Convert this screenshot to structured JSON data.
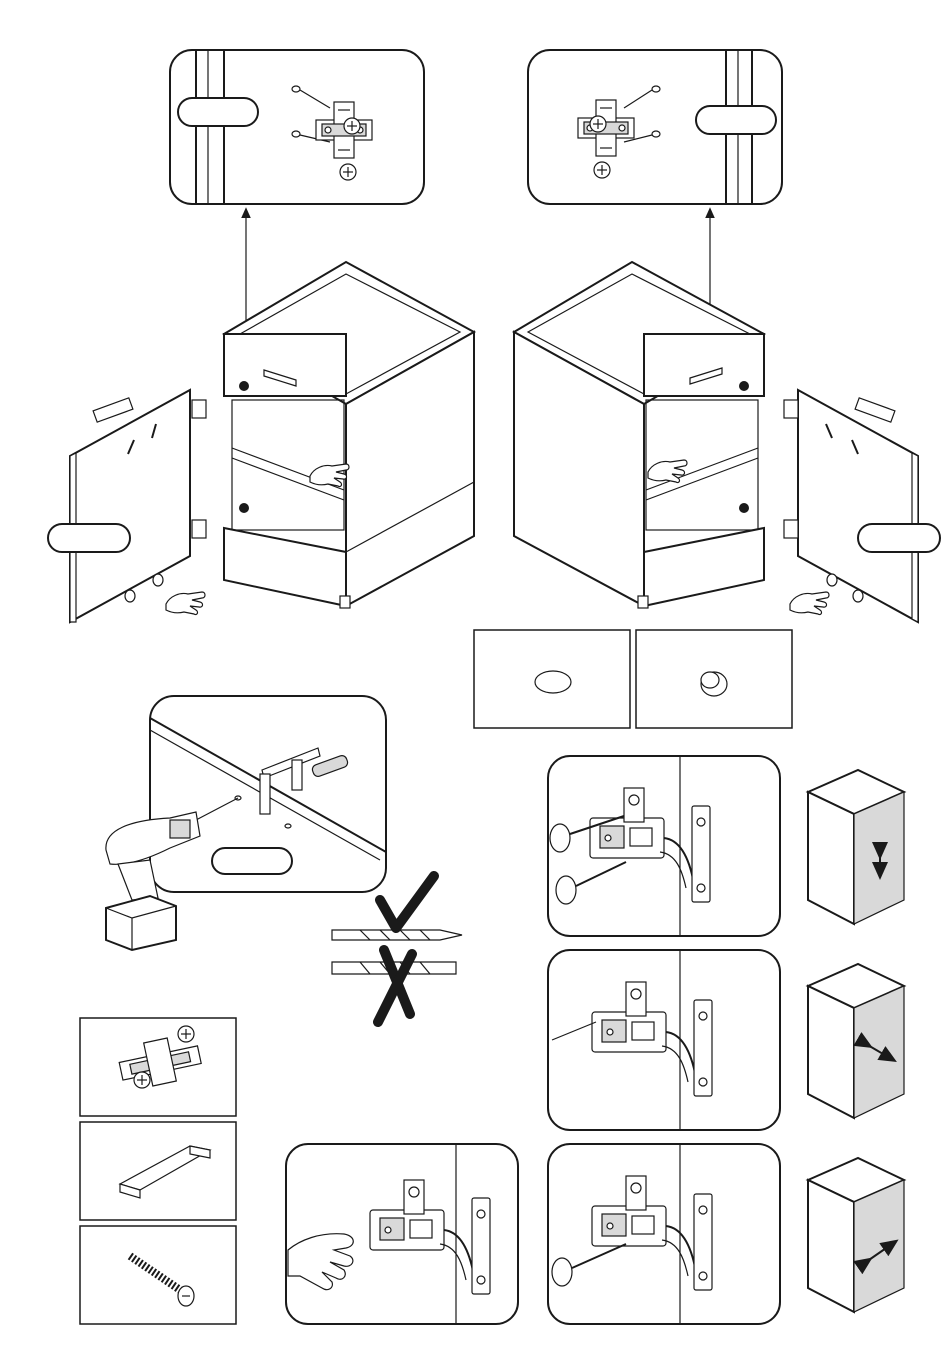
{
  "document": {
    "text_labels": []
  },
  "colors": {
    "ink": "#1a1a1a",
    "paper": "#ffffff",
    "shade": "#d9d9d9"
  },
  "steps": [
    {
      "name": "mounting-plate-detail-left",
      "icon": "mounting-plate-icon"
    },
    {
      "name": "mounting-plate-detail-right",
      "icon": "mounting-plate-icon"
    },
    {
      "name": "cabinet-door-left-assembly",
      "icon": "cabinet-icon"
    },
    {
      "name": "cabinet-door-right-assembly",
      "icon": "cabinet-icon"
    },
    {
      "name": "cap-options",
      "icon": "cap-icon"
    },
    {
      "name": "drill-clamp-detail",
      "icon": "drill-icon"
    },
    {
      "name": "drill-bit-correct-incorrect",
      "icon": "check-cross-icon"
    },
    {
      "name": "hinge-adjust-height",
      "icon": "hinge-icon"
    },
    {
      "name": "hinge-adjust-depth",
      "icon": "hinge-icon"
    },
    {
      "name": "hinge-adjust-side",
      "icon": "hinge-icon"
    },
    {
      "name": "hinge-clip-on",
      "icon": "hinge-icon"
    }
  ],
  "parts": [
    {
      "name": "mounting-plate",
      "icon": "mounting-plate-icon"
    },
    {
      "name": "handle",
      "icon": "handle-icon"
    },
    {
      "name": "screw",
      "icon": "screw-icon"
    }
  ]
}
